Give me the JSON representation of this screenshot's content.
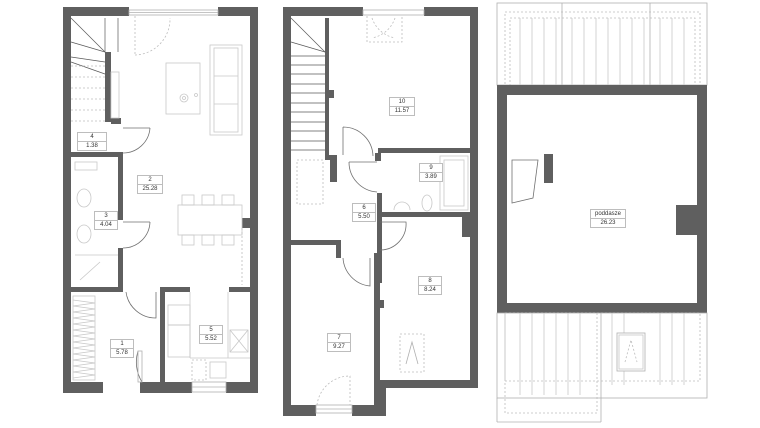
{
  "plans": [
    {
      "id": "ground-floor",
      "rooms": [
        {
          "number": "1",
          "area": "5.78"
        },
        {
          "number": "2",
          "area": "25.28"
        },
        {
          "number": "3",
          "area": "4.04"
        },
        {
          "number": "4",
          "area": "1.38"
        },
        {
          "number": "5",
          "area": "5.52"
        }
      ]
    },
    {
      "id": "first-floor",
      "rooms": [
        {
          "number": "6",
          "area": "5.50"
        },
        {
          "number": "7",
          "area": "9.27"
        },
        {
          "number": "8",
          "area": "8.24"
        },
        {
          "number": "9",
          "area": "3.89"
        },
        {
          "number": "10",
          "area": "11.57"
        }
      ]
    },
    {
      "id": "attic",
      "rooms": [
        {
          "number": "poddasze",
          "area": "26.23"
        }
      ]
    }
  ],
  "colors": {
    "wall": "#5f5f5f",
    "furniture": "#c8c8c8",
    "background": "#ffffff"
  }
}
